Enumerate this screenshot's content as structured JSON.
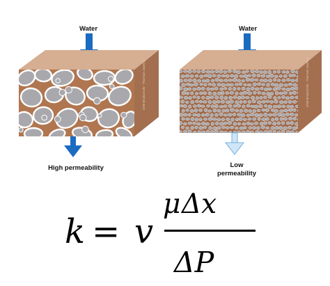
{
  "panels": [
    {
      "id": "high",
      "water_label": "Water",
      "caption_lines": [
        "High permeability"
      ],
      "grain_size": "large",
      "outflow_arrow_color": "#1a6cc0",
      "credit_text": "2008 Brooks/Cole - Thomson Learning"
    },
    {
      "id": "low",
      "water_label": "Water",
      "caption_lines": [
        "Low",
        "permeability"
      ],
      "grain_size": "small",
      "outflow_arrow_color": "#cfe6f7",
      "credit_text": "2008 Brooks/Cole - Thomson Learning"
    }
  ],
  "colors": {
    "inflow_arrow": "#1a6cc0",
    "block_top": "#d6ae92",
    "block_side": "#a36f4f",
    "block_front_matrix": "#b07650",
    "pebble": "#a9a9ad",
    "pebble_stroke": "#ffffff"
  },
  "equation": {
    "lhs": "k",
    "equals": "=",
    "velocity": "v",
    "numerator_mu": "μ",
    "numerator_delta_x": "Δx",
    "denominator_delta_p": "ΔP"
  }
}
